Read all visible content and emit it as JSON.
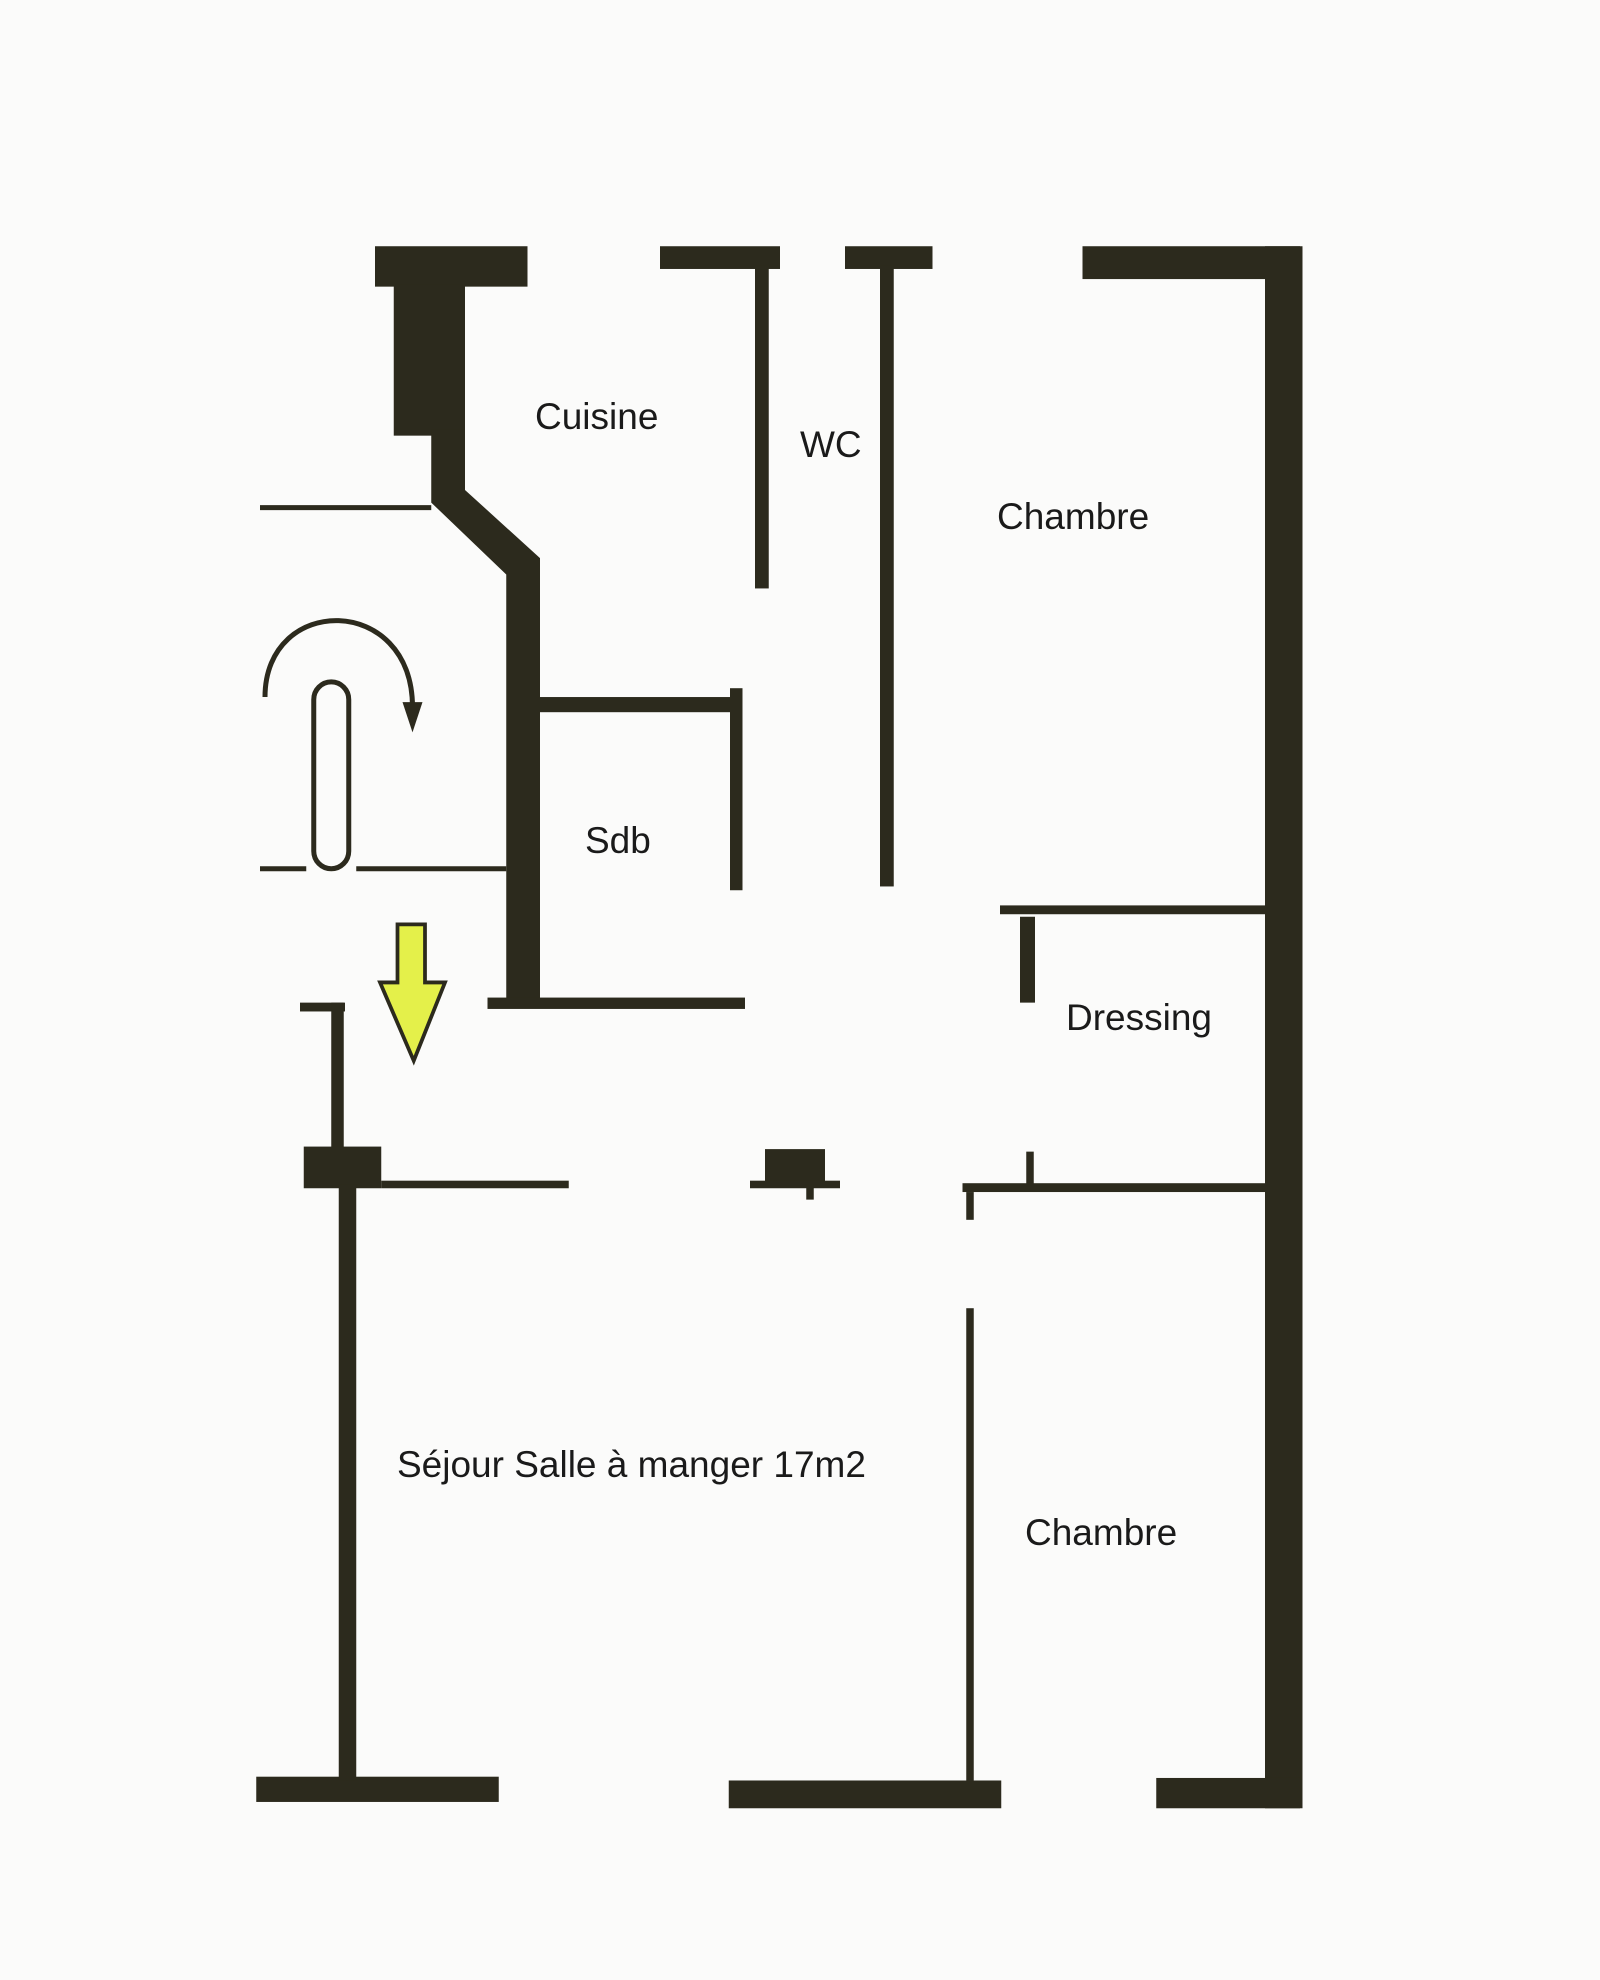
{
  "rooms": {
    "kitchen": "Cuisine",
    "wc": "WC",
    "bedroom_1": "Chambre",
    "bathroom": "Sdb",
    "dressing": "Dressing",
    "living": "Séjour Salle à manger 17m2",
    "bedroom_2": "Chambre"
  },
  "colors": {
    "wall": "#2c2a1d",
    "entrance_arrow": "#e4f04a",
    "background": "#fbfbfa"
  }
}
